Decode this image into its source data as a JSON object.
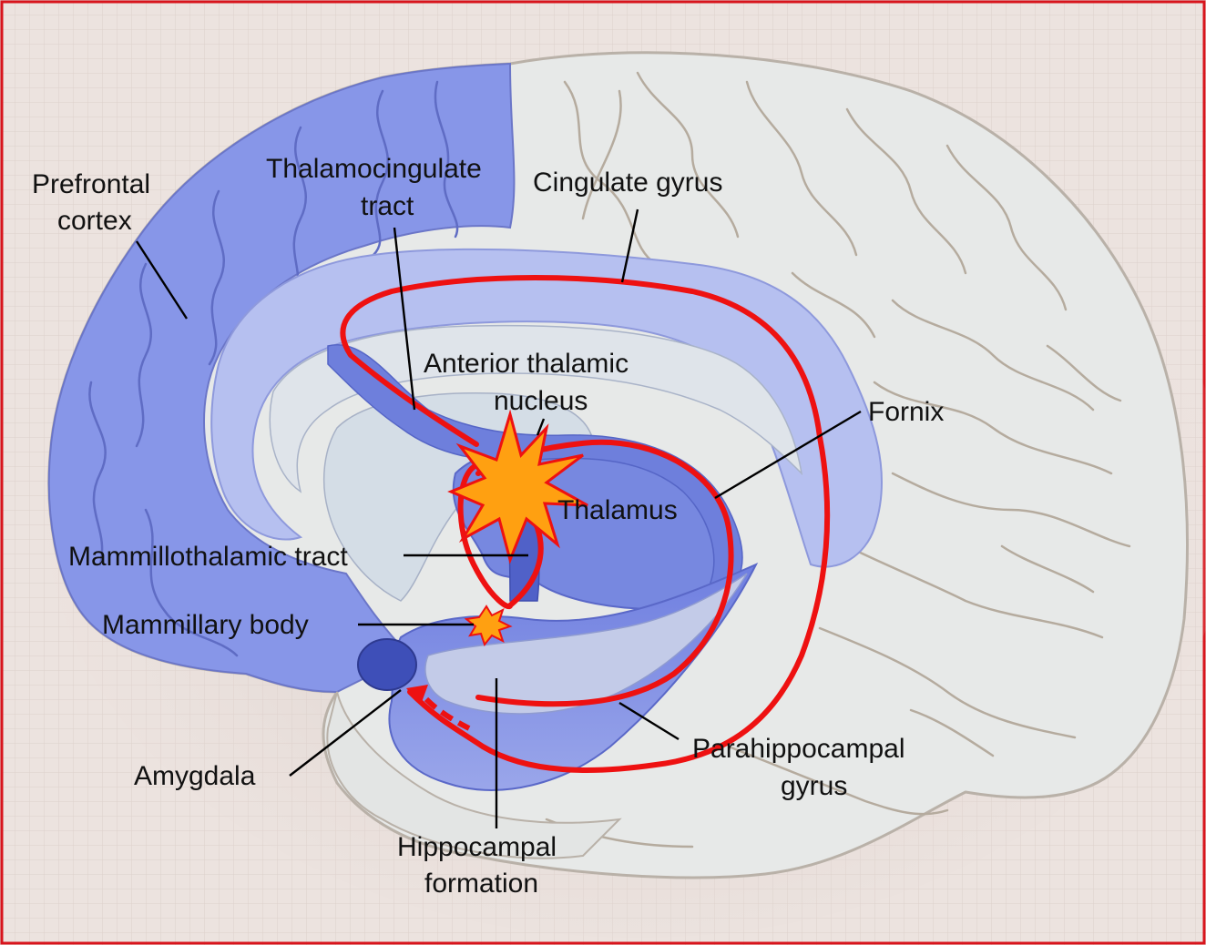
{
  "labels": {
    "prefrontal_cortex": [
      "Prefrontal",
      "cortex"
    ],
    "thalamocingulate_tract": [
      "Thalamocingulate",
      "tract"
    ],
    "cingulate_gyrus": "Cingulate gyrus",
    "anterior_thalamic_nucleus": [
      "Anterior thalamic",
      "nucleus"
    ],
    "fornix": "Fornix",
    "thalamus": "Thalamus",
    "mammillothalamic_tract": "Mammillothalamic tract",
    "mammillary_body": "Mammillary body",
    "amygdala": "Amygdala",
    "parahippocampal_gyrus": [
      "Parahippocampal",
      "gyrus"
    ],
    "hippocampal_formation": [
      "Hippocampal",
      "formation"
    ]
  },
  "colors": {
    "border": "#d8141c",
    "background": "#eee4e0",
    "cortex_white": "#e9ebea",
    "limbic_blue": "#8290e6",
    "limbic_blue_light": "#b8c2f0",
    "circuit_red": "#ee1111",
    "burst_orange": "#ffa011"
  }
}
